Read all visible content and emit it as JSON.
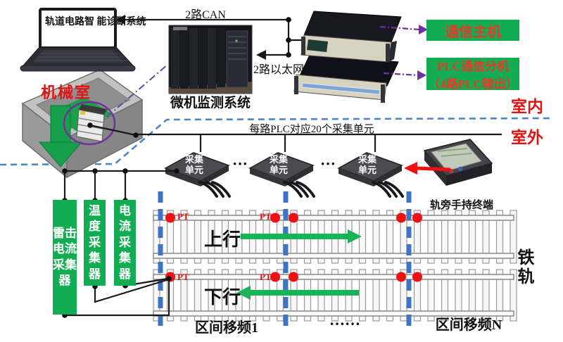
{
  "diagram": {
    "laptop": {
      "line1": "轨道电路智",
      "line2": "能诊断系统"
    },
    "links": {
      "can": "2路CAN",
      "ethernet": "2路以太网"
    },
    "monitor_system": "微机监测系统",
    "machine_room": "机械室",
    "comm_host": "通信主机",
    "plc_unit": {
      "line1": "PLC通信分机",
      "line2": "（4路PLC输出）"
    },
    "indoor": "室内",
    "outdoor": "室外",
    "plc_bus": "每路PLC对应20个采集单元",
    "acq_units": [
      {
        "line1": "采集",
        "line2": "单元"
      },
      {
        "line1": "采集",
        "line2": "单元"
      },
      {
        "line1": "采集",
        "line2": "单元"
      }
    ],
    "units_ellipsis": "···",
    "handheld": "轨旁手持终端",
    "collectors": [
      {
        "label": "雷击电流采集器"
      },
      {
        "label": "温度采集器"
      },
      {
        "label": "电流采集器"
      }
    ],
    "pt": "PT",
    "up_line": "上行",
    "down_line": "下行",
    "rail": "铁轨",
    "section_first": "区间移频1",
    "section_ellipsis": "……",
    "section_last": "区间移频N",
    "colors": {
      "green": "#12ad52",
      "red": "#ee1111",
      "label_text_red": "#e8392a",
      "divider_blue": "#4a86c8",
      "track_blue": "#3d74c4",
      "purple": "#7030a0"
    }
  }
}
